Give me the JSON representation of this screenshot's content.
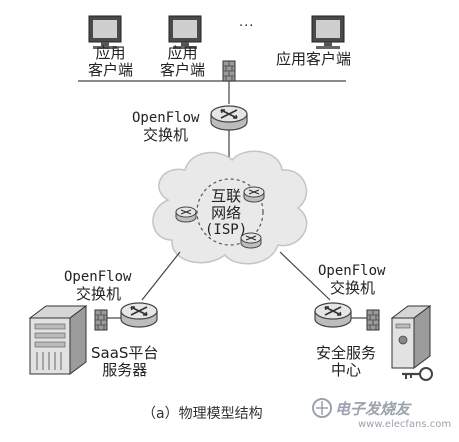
{
  "clients": {
    "client1": [
      "应用",
      "客户端"
    ],
    "client2": [
      "应用",
      "客户端"
    ],
    "ellipsis": "...",
    "client3": "应用客户端"
  },
  "switches": {
    "top": [
      "OpenFlow",
      "交换机"
    ],
    "left": [
      "OpenFlow",
      "交换机"
    ],
    "right": [
      "OpenFlow",
      "交换机"
    ]
  },
  "internet": [
    "互联",
    "网络",
    "(ISP)"
  ],
  "saas_server": [
    "SaaS平台",
    "服务器"
  ],
  "security_center": [
    "安全服务",
    "中心"
  ],
  "caption": "（a）物理模型结构",
  "watermark": {
    "logo_text": "电子发烧友",
    "url": "www.elecfans.com"
  },
  "colors": {
    "line": "#444444",
    "cloud_fill": "#e9e9e9",
    "router_fill": "#dcdcdc",
    "monitor_frame": "#4a4a4a",
    "monitor_screen": "#cfcfcf",
    "watermark": "#9aa3ad"
  }
}
